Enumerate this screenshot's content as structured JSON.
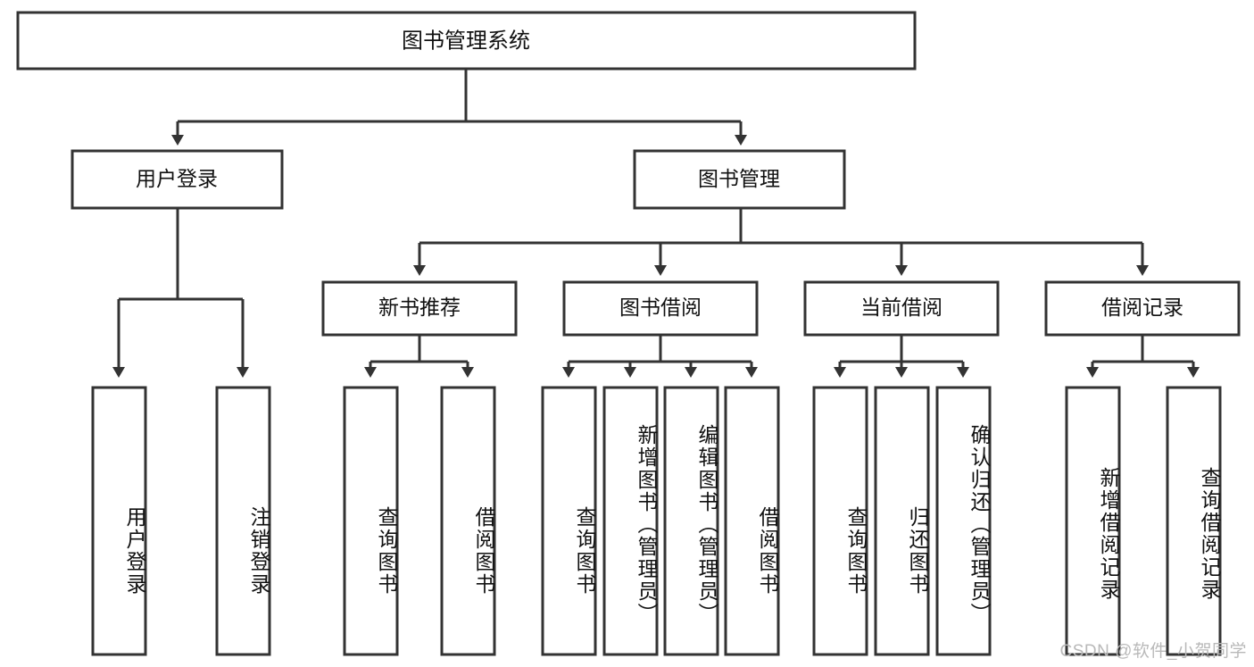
{
  "diagram": {
    "title": "图书管理系统",
    "type": "tree-hierarchy-diagram",
    "colors": {
      "stroke": "#333333",
      "fill": "#ffffff",
      "text": "#111111",
      "watermark": "#b9b9b9"
    },
    "root": {
      "label": "图书管理系统"
    },
    "level2": [
      {
        "label": "用户登录"
      },
      {
        "label": "图书管理"
      }
    ],
    "level3": [
      {
        "label": "新书推荐"
      },
      {
        "label": "图书借阅"
      },
      {
        "label": "当前借阅"
      },
      {
        "label": "借阅记录"
      }
    ],
    "leaves": {
      "user_login": [
        {
          "label": "用户登录"
        },
        {
          "label": "注销登录"
        }
      ],
      "new_book_recommend": [
        {
          "label": "查询图书"
        },
        {
          "label": "借阅图书"
        }
      ],
      "book_borrow": [
        {
          "label": "查询图书"
        },
        {
          "label": "新增图书（管理员）"
        },
        {
          "label": "编辑图书（管理员）"
        },
        {
          "label": "借阅图书"
        }
      ],
      "current_borrow": [
        {
          "label": "查询图书"
        },
        {
          "label": "归还图书"
        },
        {
          "label": "确认归还（管理员）"
        }
      ],
      "borrow_record": [
        {
          "label": "新增借阅记录"
        },
        {
          "label": "查询借阅记录"
        }
      ]
    }
  },
  "watermark": {
    "text": "CSDN @软件_小贺同学"
  }
}
